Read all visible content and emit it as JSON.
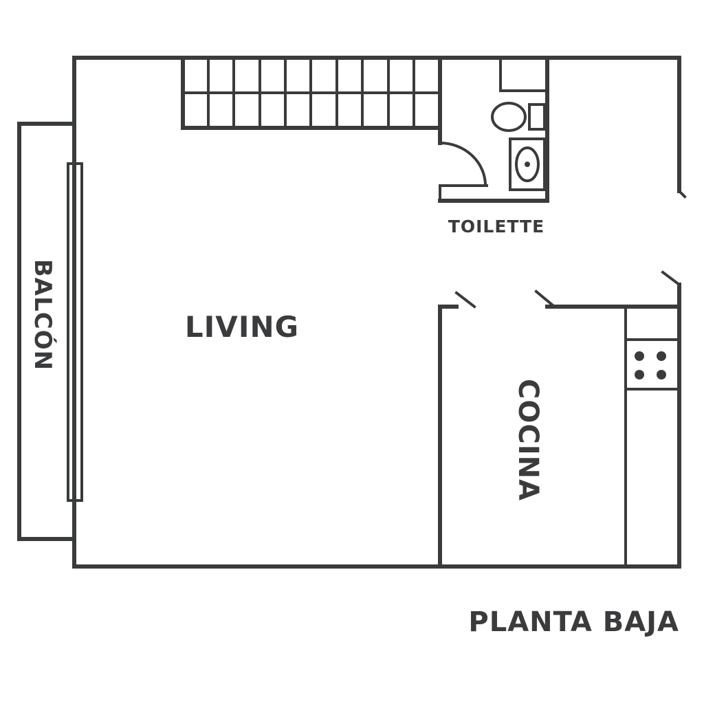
{
  "colors": {
    "line": "#3a3b3d",
    "background": "#ffffff"
  },
  "rooms": {
    "living": "LIVING",
    "toilette": "TOILETTE",
    "cocina": "COCINA",
    "balcon": "BALCÓN"
  },
  "caption": "PLANTA BAJA"
}
